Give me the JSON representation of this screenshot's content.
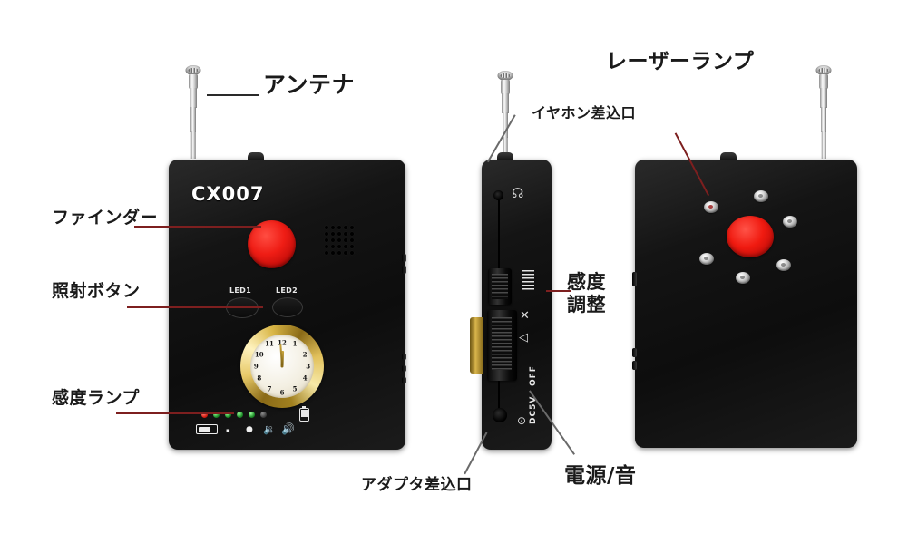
{
  "page": {
    "background_color": "#ffffff",
    "leader_color": "#7d1f1f",
    "leader_color_gray": "#6a6a6a",
    "body_color": "#121212",
    "accent_red": "#ef1d15",
    "lamp_silver": "#d8d8d8",
    "clock_gold": "#d9b646"
  },
  "front_device": {
    "model_label": "CX007",
    "led_button_1_label": "LED1",
    "led_button_2_label": "LED2",
    "clock": {
      "numerals": [
        "12",
        "1",
        "2",
        "3",
        "4",
        "5",
        "6",
        "7",
        "8",
        "9",
        "10",
        "11"
      ],
      "hour_angle_deg": 2,
      "minute_angle_deg": 356
    },
    "indicator_lamps": [
      "red",
      "green",
      "green",
      "green",
      "green",
      "dim"
    ],
    "indicator_icons": [
      "battery-icon",
      "dot-icon",
      "dot-icon",
      "speaker-low-icon",
      "speaker-high-icon"
    ],
    "battery_icon_name": "battery-icon"
  },
  "side_device": {
    "earphone_icon": "headphone-icon",
    "earphone_jack_name": "earphone-jack-hole",
    "sensitivity_slider_name": "sensitivity-slider",
    "power_switch_name": "power-sound-switch",
    "switch_text_dc": "DC5V",
    "switch_text_off": "OFF",
    "mute_icon": "mute-icon",
    "speaker_icon": "speaker-icon",
    "adapter_jack_name": "adapter-jack-hole",
    "adapter_icon": "dc-power-icon"
  },
  "back_device": {
    "lens_name": "laser-lens",
    "lamp_count": 6,
    "highlighted_lamp_index": 0
  },
  "callouts": [
    {
      "id": "antenna",
      "text": "アンテナ",
      "font_size": 25
    },
    {
      "id": "finder",
      "text": "ファインダー",
      "font_size": 19
    },
    {
      "id": "emit-button",
      "text": "照射ボタン",
      "font_size": 19
    },
    {
      "id": "sensitivity-lamp",
      "text": "感度ランプ",
      "font_size": 19
    },
    {
      "id": "earphone-jack",
      "text": "イヤホン差込口",
      "font_size": 16
    },
    {
      "id": "laser-lamp",
      "text": "レーザーランプ",
      "font_size": 23
    },
    {
      "id": "sensitivity-adjust-line1",
      "text": "感度",
      "font_size": 21
    },
    {
      "id": "sensitivity-adjust-line2",
      "text": "調整",
      "font_size": 21
    },
    {
      "id": "adapter-jack",
      "text": "アダプタ差込口",
      "font_size": 17
    },
    {
      "id": "power-sound",
      "text": "電源/音",
      "font_size": 23
    }
  ]
}
